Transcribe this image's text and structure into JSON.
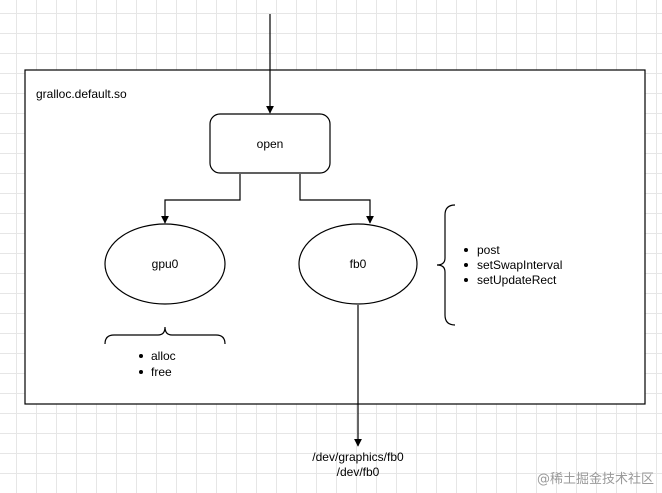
{
  "container": {
    "label": "gralloc.default.so"
  },
  "nodes": {
    "open": "open",
    "gpu0": "gpu0",
    "fb0": "fb0"
  },
  "gpu0_methods": [
    "alloc",
    "free"
  ],
  "fb0_methods": [
    "post",
    "setSwapInterval",
    "setUpdateRect"
  ],
  "output_paths": [
    "/dev/graphics/fb0",
    "/dev/fb0"
  ],
  "watermark": "@稀土掘金技术社区"
}
